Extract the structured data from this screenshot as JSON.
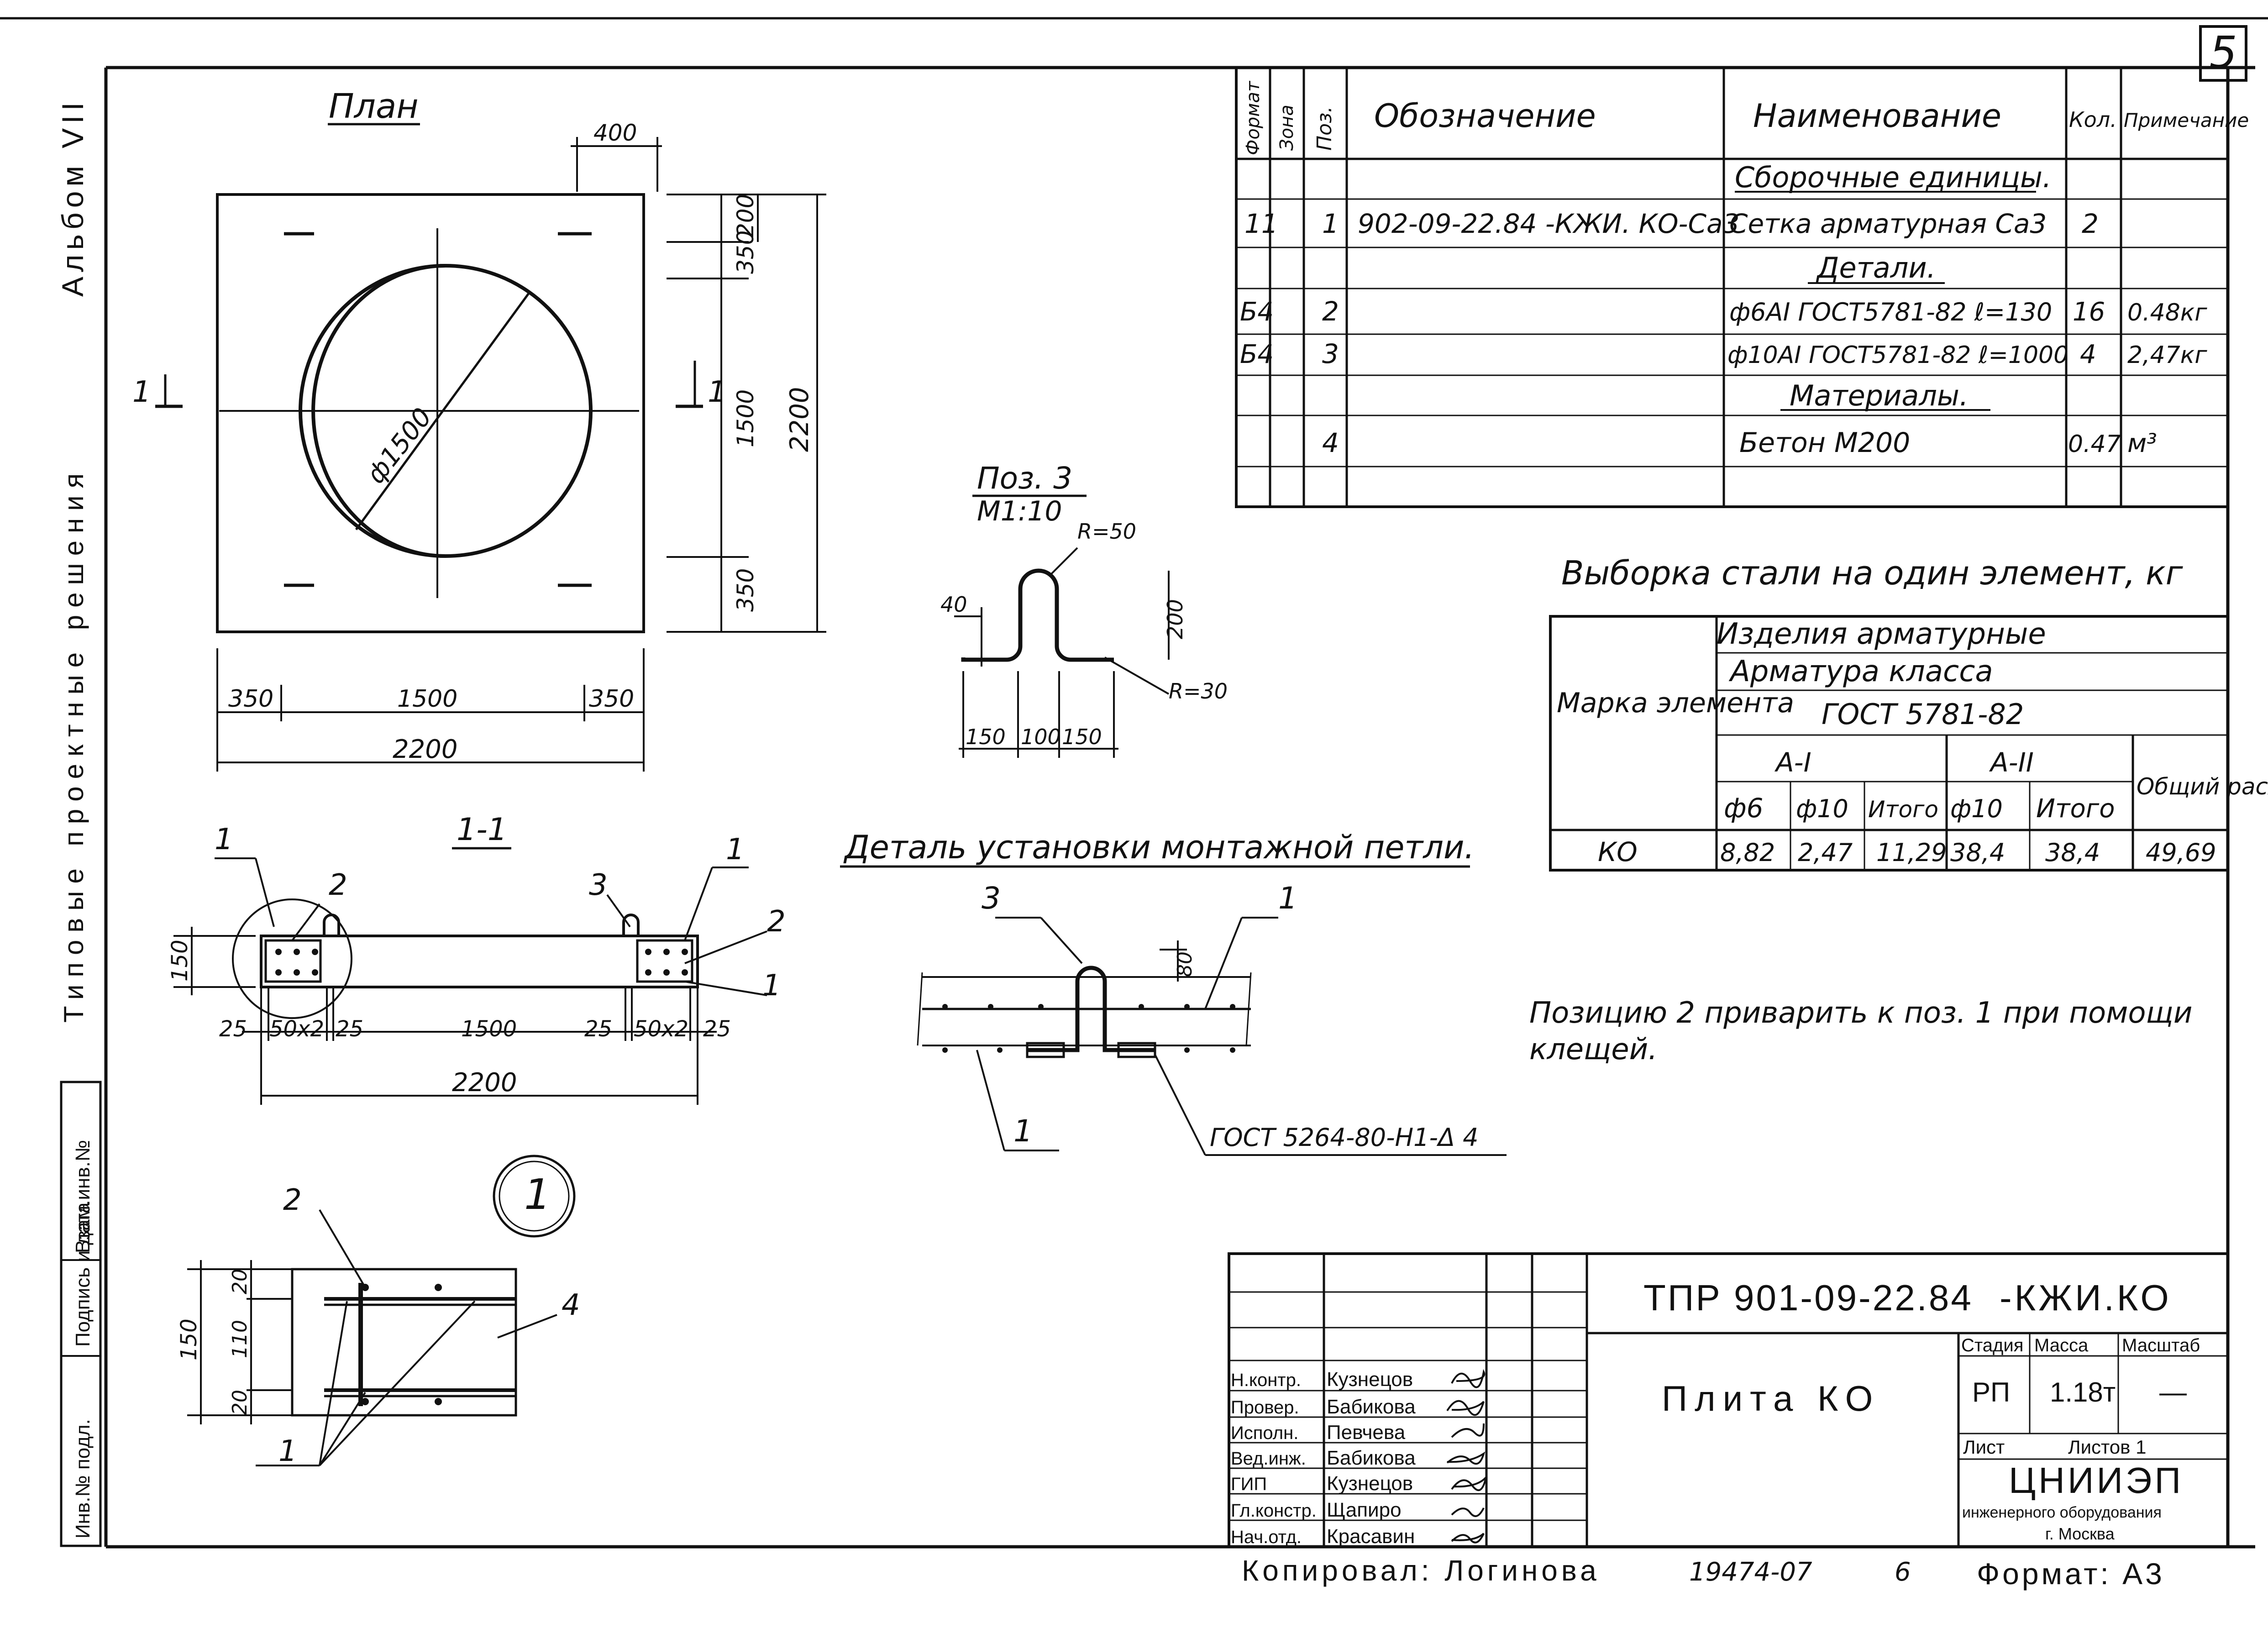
{
  "sheet_number": "5",
  "left_margin": {
    "album": "Альбом VII",
    "series": "Типовые проектные решения",
    "stamp_labels": [
      "Инв.№ подл.",
      "Подпись и дата",
      "Взам.инв.№"
    ]
  },
  "plan": {
    "title": "План",
    "dims": {
      "top_offset": "400",
      "right_200": "200",
      "right_350_top": "350",
      "right_1500": "1500",
      "right_350_bottom": "350",
      "right_2200": "2200",
      "bottom_350_left": "350",
      "bottom_1500": "1500",
      "bottom_350_right": "350",
      "bottom_2200": "2200",
      "diameter": "ф1500"
    },
    "section_mark_left": "1",
    "section_mark_right": "1"
  },
  "section": {
    "title": "1-1",
    "leaders": [
      "1",
      "2",
      "3",
      "1",
      "2",
      "1"
    ],
    "dims": {
      "height": "150",
      "d25a": "25",
      "d50x2a": "50x2",
      "d25b": "25",
      "d1500": "1500",
      "d25c": "25",
      "d50x2b": "50x2",
      "d25d": "25",
      "total": "2200"
    }
  },
  "detail_node": {
    "callout": "1",
    "leaders": [
      "2",
      "4",
      "1"
    ],
    "dims": {
      "total": "150",
      "top": "20",
      "mid": "110",
      "bottom": "20"
    }
  },
  "pos3": {
    "title": "Поз. 3",
    "scale": "М1:10",
    "dims": {
      "r50": "R=50",
      "h40": "40",
      "h200": "200",
      "r30": "R=30",
      "b150a": "150",
      "b100": "100",
      "b150b": "150"
    }
  },
  "loop_detail": {
    "title": "Деталь установки монтажной петли.",
    "leaders": [
      "3",
      "1",
      "1"
    ],
    "dim80": "80",
    "weld": "ГОСТ 5264-80-Н1-Δ 4"
  },
  "spec": {
    "headers": [
      "Формат",
      "Зона",
      "Поз.",
      "Обозначение",
      "Наименование",
      "Кол.",
      "Примечание"
    ],
    "rows": [
      {
        "section": "Сборочные единицы."
      },
      {
        "format": "11",
        "zone": "",
        "pos": "1",
        "designation": "902-09-22.84 -КЖИ. КО-Са3",
        "name": "Сетка арматурная Са3",
        "qty": "2",
        "note": ""
      },
      {
        "section": "Детали."
      },
      {
        "format": "Б4",
        "zone": "",
        "pos": "2",
        "designation": "",
        "name": "ф6АI ГОСТ5781-82  ℓ=130",
        "qty": "16",
        "note": "0.48кг"
      },
      {
        "format": "Б4",
        "zone": "",
        "pos": "3",
        "designation": "",
        "name": "ф10АI ГОСТ5781-82 ℓ=1000",
        "qty": "4",
        "note": "2,47кг"
      },
      {
        "section": "Материалы."
      },
      {
        "format": "",
        "zone": "",
        "pos": "4",
        "designation": "",
        "name": "Бетон М200",
        "qty": "0.47",
        "note": "м³"
      },
      {
        "format": "",
        "zone": "",
        "pos": "",
        "designation": "",
        "name": "",
        "qty": "",
        "note": ""
      }
    ]
  },
  "steel": {
    "title": "Выборка стали на один элемент, кг",
    "mark_header": "Марка элемента",
    "group": "Изделия арматурные",
    "class_label": "Арматура класса",
    "gost": "ГОСТ 5781-82",
    "class_a1": "А-I",
    "class_a2": "А-II",
    "total_header": "Общий расход",
    "cols": [
      "ф6",
      "ф10",
      "Итого",
      "ф10",
      "Итого"
    ],
    "row": {
      "mark": "КО",
      "values": [
        "8,82",
        "2,47",
        "11,29",
        "38,4",
        "38,4"
      ],
      "total": "49,69"
    }
  },
  "note": {
    "line1": "Позицию 2 приварить к поз. 1 при помощи",
    "line2": "клещей."
  },
  "title_block": {
    "code": "ТПР 901-09-22.84",
    "suffix": "-КЖИ.КО",
    "name": "Плита КО",
    "stage_label": "Стадия",
    "mass_label": "Масса",
    "scale_label": "Масштаб",
    "stage": "РП",
    "mass": "1.18т",
    "scale": "—",
    "sheet_label": "Лист",
    "sheets_label": "Листов 1",
    "org": "ЦНИИЭП",
    "org2": "инженерного оборудования",
    "city": "г. Москва",
    "roles": [
      {
        "role": "Н.контр.",
        "name": "Кузнецов"
      },
      {
        "role": "Провер.",
        "name": "Бабикова"
      },
      {
        "role": "Исполн.",
        "name": "Певчева"
      },
      {
        "role": "Вед.инж.",
        "name": "Бабикова"
      },
      {
        "role": "ГИП",
        "name": "Кузнецов"
      },
      {
        "role": "Гл.констр.",
        "name": "Щапиро"
      },
      {
        "role": "Нач.отд.",
        "name": "Красавин"
      }
    ]
  },
  "footer": {
    "copied": "Копировал: Логинова",
    "number": "19474-07",
    "page": "6",
    "format": "Формат: А3"
  }
}
